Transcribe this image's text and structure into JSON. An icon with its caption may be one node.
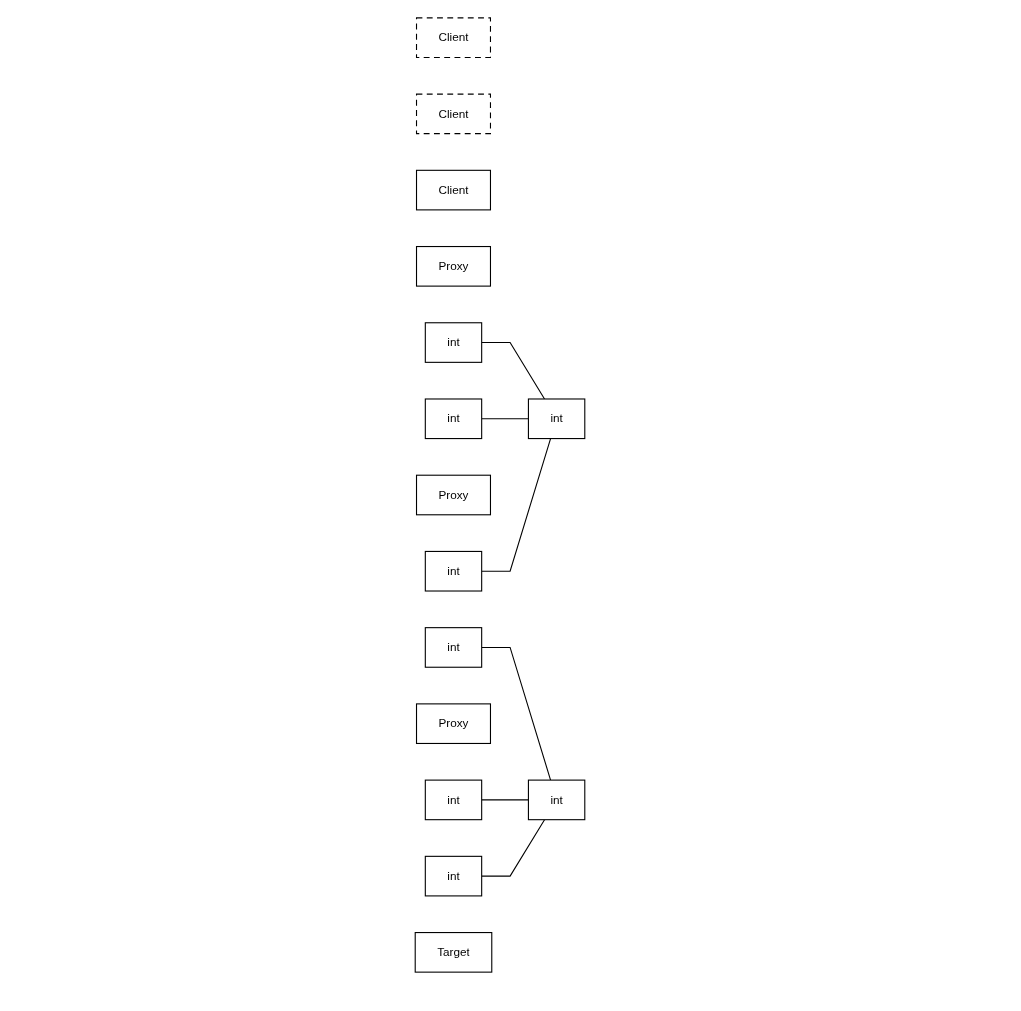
{
  "diagram": {
    "nodes": [
      {
        "text": [
          "Client"
        ]
      },
      {
        "text": [
          "Client"
        ]
      },
      {
        "text": [
          "Client"
        ]
      },
      {
        "text": [
          "Proxy"
        ]
      },
      {
        "text": [
          "int"
        ]
      },
      {
        "text": [
          "int"
        ]
      },
      {
        "text": [
          "Proxy"
        ]
      },
      {
        "text": [
          "int"
        ]
      },
      {
        "text": [
          "int"
        ]
      },
      {
        "text": [
          "Proxy"
        ]
      },
      {
        "text": [
          "int"
        ]
      },
      {
        "text": [
          "int"
        ]
      },
      {
        "text": [
          "int"
        ]
      },
      {
        "text": [
          "int"
        ]
      },
      {
        "text": [
          "Target"
        ]
      }
    ],
    "edges": [
      {
        "from": 4,
        "to": 12,
        "arrow": "none"
      },
      {
        "from": 5,
        "to": 13,
        "arrow": "none"
      },
      {
        "from": 7,
        "to": 12,
        "arrow": "none"
      },
      {
        "from": 8,
        "to": 13,
        "arrow": "none"
      },
      {
        "from": 10,
        "to": 12,
        "arrow": "none"
      },
      {
        "from": 11,
        "to": 13,
        "arrow": "none"
      }
    ]
  }
}
